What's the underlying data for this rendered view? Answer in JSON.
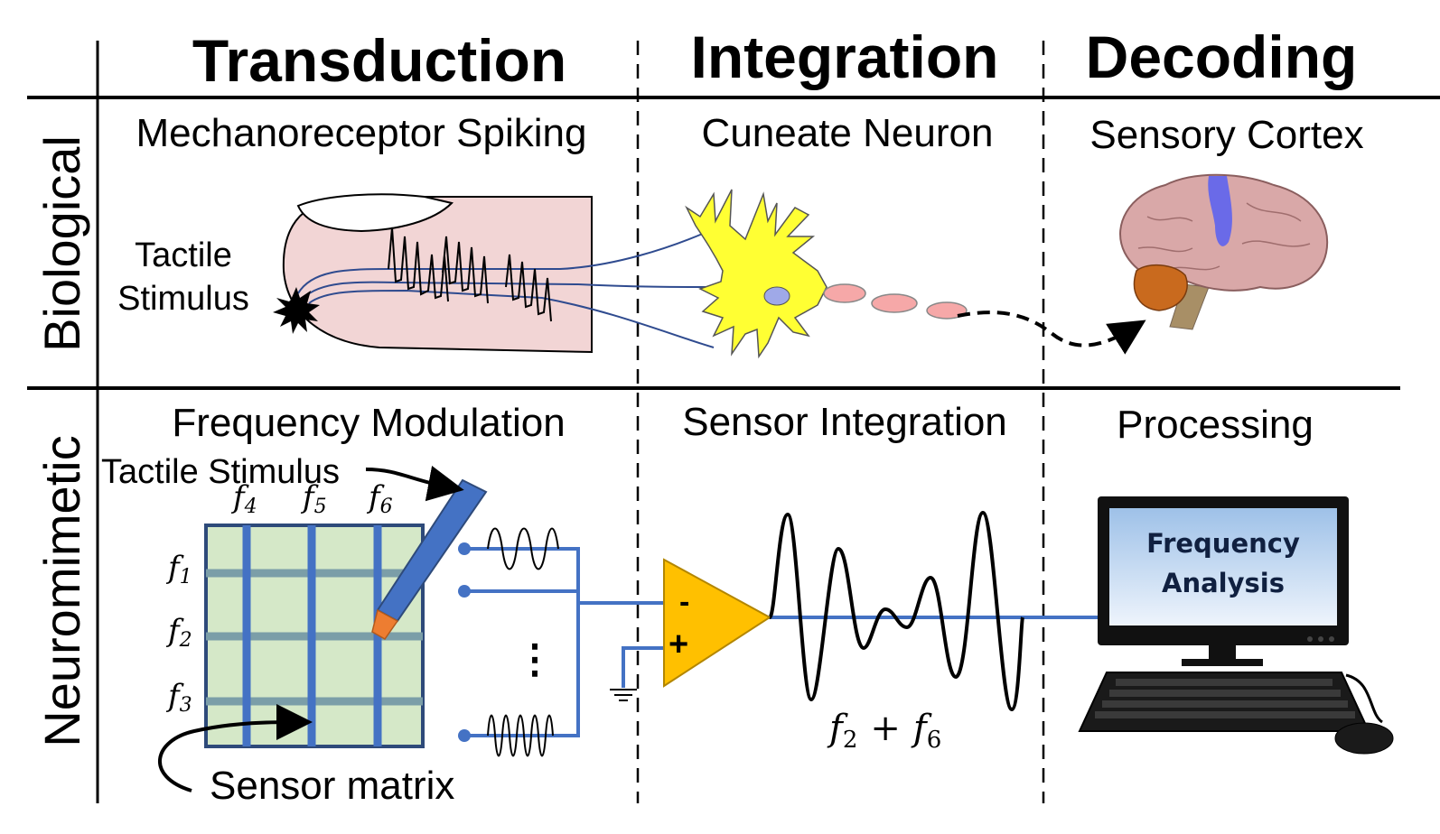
{
  "columns": {
    "transduction": "Transduction",
    "integration": "Integration",
    "decoding": "Decoding"
  },
  "rows": {
    "biological": "Biological",
    "neuromimetic": "Neuromimetic"
  },
  "biological": {
    "transduction_title": "Mechanoreceptor Spiking",
    "integration_title": "Cuneate Neuron",
    "decoding_title": "Sensory Cortex",
    "stimulus_label_line1": "Tactile",
    "stimulus_label_line2": "Stimulus"
  },
  "neuromimetic": {
    "transduction_title": "Frequency Modulation",
    "integration_title": "Sensor Integration",
    "decoding_title": "Processing",
    "stimulus_label": "Tactile Stimulus",
    "matrix_label": "Sensor matrix",
    "col_freqs": [
      "4",
      "5",
      "6"
    ],
    "row_freqs": [
      "1",
      "2",
      "3"
    ],
    "freq_symbol": "f",
    "ellipsis": "⋮",
    "amp_minus": "-",
    "amp_plus": "+",
    "formula": {
      "a": "2",
      "op": "+",
      "b": "6"
    },
    "screen_line1": "Frequency",
    "screen_line2": "Analysis"
  },
  "colors": {
    "wire_blue": "#4472c4",
    "grid_green": "#d5e8c8",
    "amp_fill": "#ffc000",
    "finger_pink": "#f2d5d5",
    "neuron_yellow": "#ffff33",
    "brain_pink": "#d4a5a5",
    "cortex_blue": "#6a6ae8",
    "cerebellum": "#c96a1e"
  }
}
